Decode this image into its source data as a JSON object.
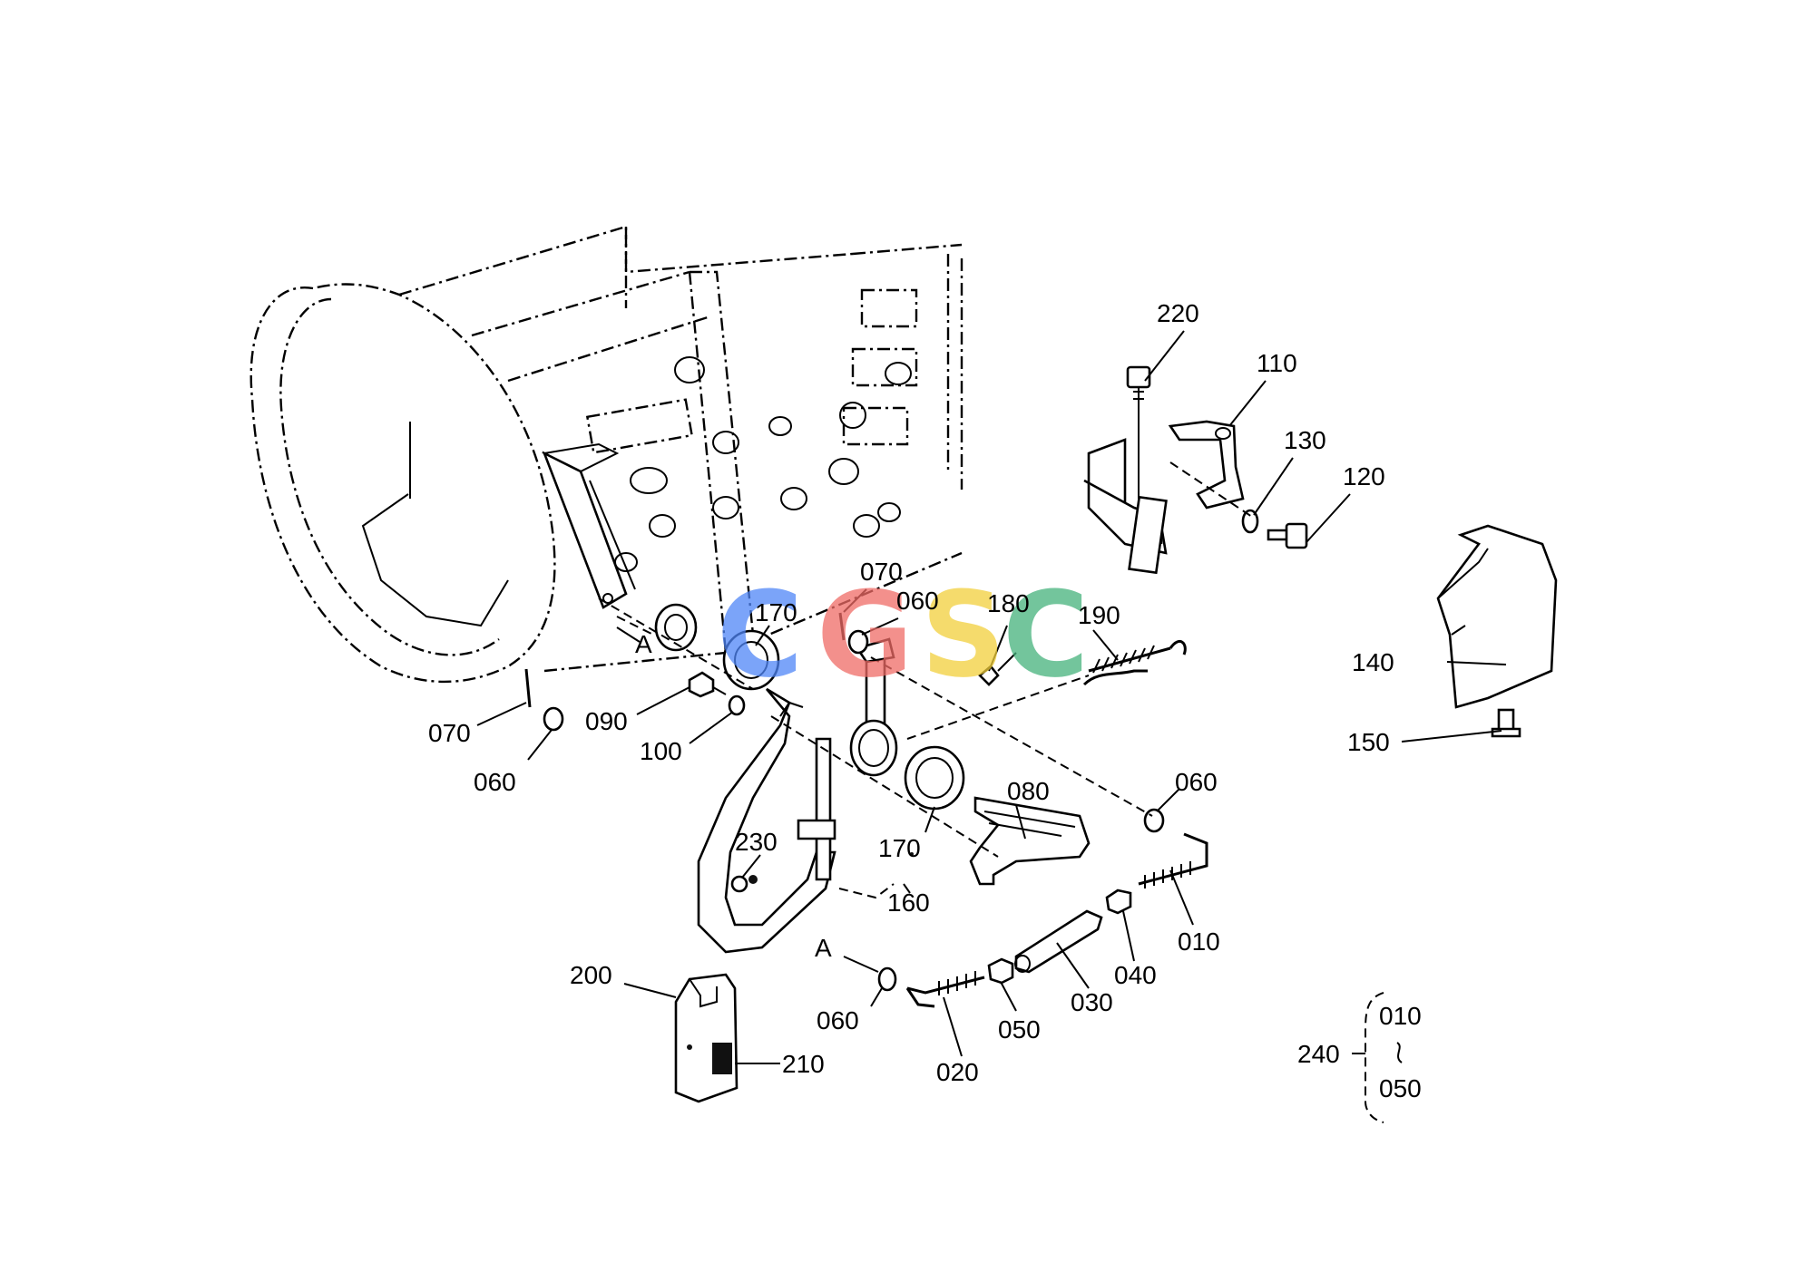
{
  "diagram": {
    "callouts": [
      "220",
      "110",
      "130",
      "120",
      "070",
      "060",
      "180",
      "190",
      "170",
      "140",
      "150",
      "090",
      "100",
      "080",
      "230",
      "160",
      "200",
      "210",
      "010",
      "040",
      "030",
      "050",
      "020",
      "240"
    ],
    "labels": {
      "p220": "220",
      "p110": "110",
      "p130": "130",
      "p120": "120",
      "p070a": "070",
      "p060a": "060",
      "p180": "180",
      "p190": "190",
      "p170a": "170",
      "p140": "140",
      "p150": "150",
      "p070b": "070",
      "p060b": "060",
      "p090": "090",
      "p100": "100",
      "p060c": "060",
      "p080": "080",
      "p170b": "170",
      "p230": "230",
      "p160": "160",
      "p010": "010",
      "p040": "040",
      "p030": "030",
      "p050": "050",
      "p020": "020",
      "p060d": "060",
      "p200": "200",
      "p210": "210",
      "pA1": "A",
      "pA2": "A",
      "p240": "240",
      "p240from": "010",
      "p240to": "050"
    },
    "watermark": {
      "letters": [
        "C",
        "G",
        "S",
        "C"
      ],
      "colors": [
        "#4f86f7",
        "#ef6b66",
        "#f2cf3b",
        "#45b27c"
      ]
    }
  }
}
